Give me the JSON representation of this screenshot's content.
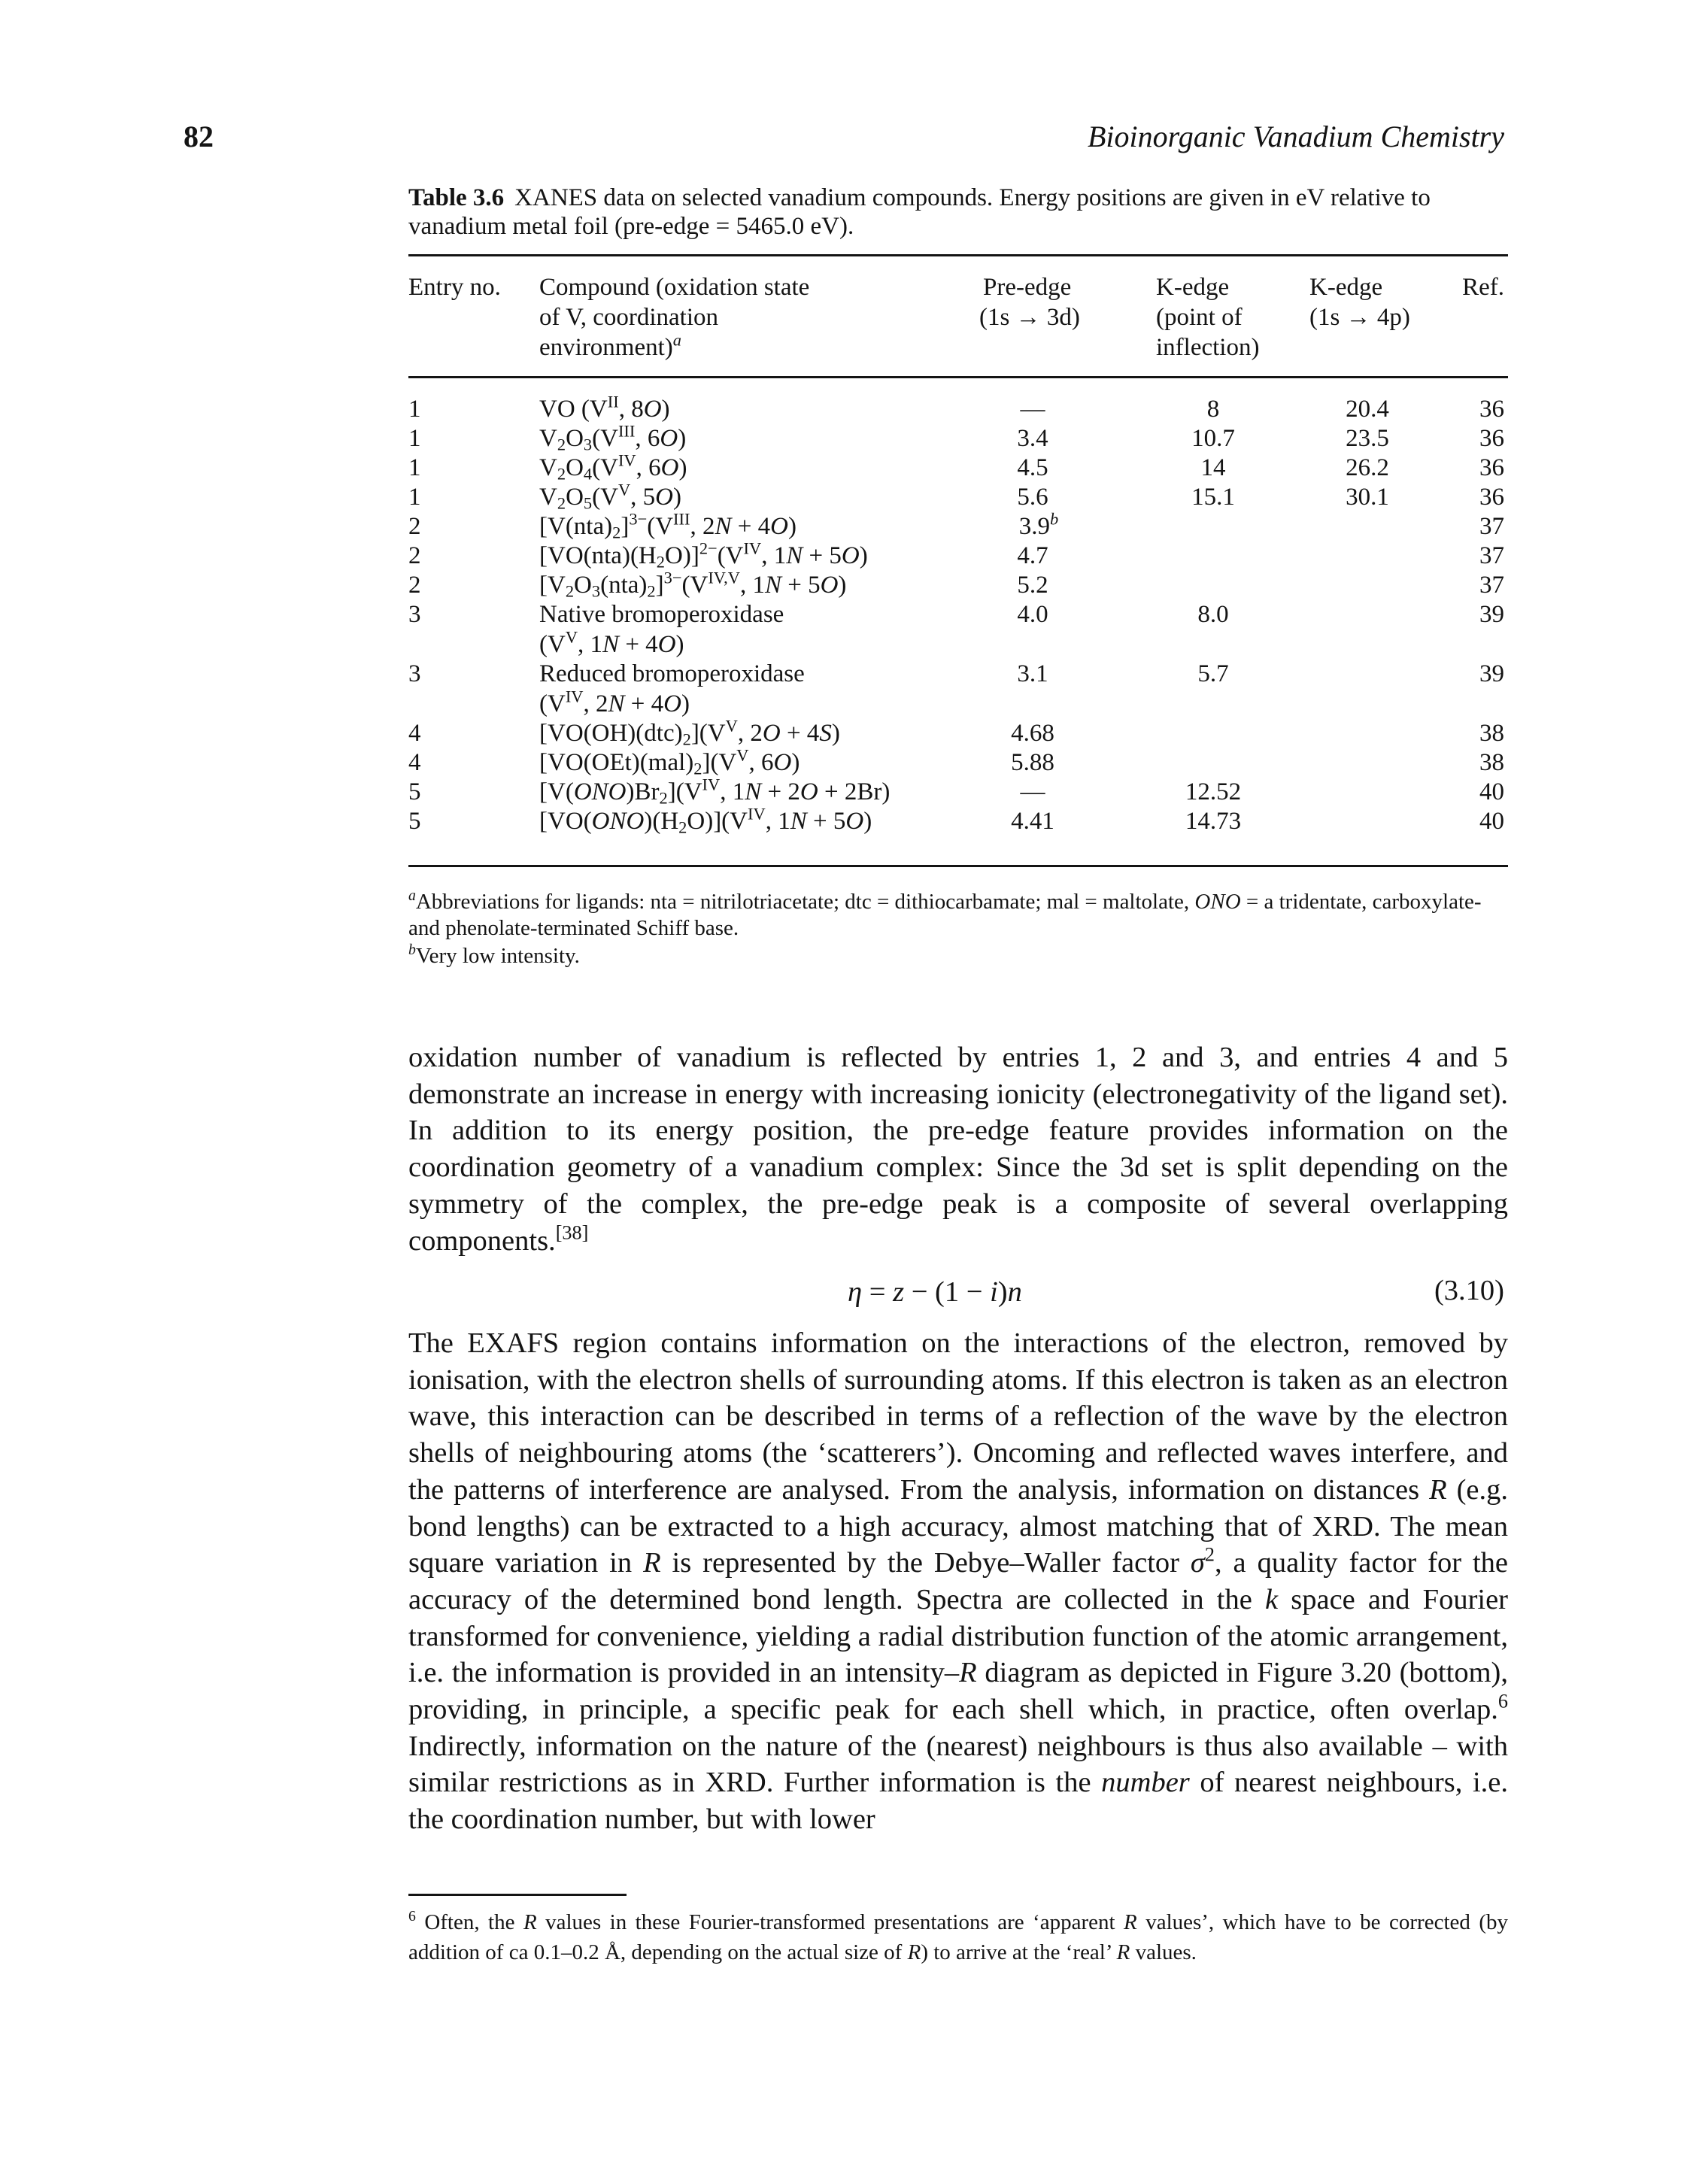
{
  "page": {
    "number": "82",
    "running_head": "Bioinorganic Vanadium Chemistry"
  },
  "table": {
    "label": "Table 3.6",
    "caption": "XANES data on selected vanadium compounds. Energy positions are given in eV relative to vanadium metal foil (pre-edge = 5465.0 eV).",
    "headers": {
      "entry": "Entry no.",
      "compound_line1": "Compound (oxidation state",
      "compound_line2": "of V, coordination",
      "compound_line3": "environment)",
      "compound_sup": "a",
      "preedge_line1": "Pre-edge",
      "preedge_line2": "(1s → 3d)",
      "kedge1_line1": "K-edge",
      "kedge1_line2": "(point of",
      "kedge1_line3": "inflection)",
      "kedge2_line1": "K-edge",
      "kedge2_line2": "(1s → 4p)",
      "ref": "Ref."
    },
    "rows": [
      {
        "entry": "1",
        "compound_html": "VO (V<sup>II</sup>, 8<i>O</i>)",
        "pre": "—",
        "kinf": "8",
        "k4p": "20.4",
        "ref": "36"
      },
      {
        "entry": "1",
        "compound_html": "V<sub>2</sub>O<sub>3</sub>(V<sup>III</sup>, 6<i>O</i>)",
        "pre": "3.4",
        "kinf": "10.7",
        "k4p": "23.5",
        "ref": "36"
      },
      {
        "entry": "1",
        "compound_html": "V<sub>2</sub>O<sub>4</sub>(V<sup>IV</sup>, 6<i>O</i>)",
        "pre": "4.5",
        "kinf": "14",
        "k4p": "26.2",
        "ref": "36"
      },
      {
        "entry": "1",
        "compound_html": "V<sub>2</sub>O<sub>5</sub>(V<sup>V</sup>, 5<i>O</i>)",
        "pre": "5.6",
        "kinf": "15.1",
        "k4p": "30.1",
        "ref": "36"
      },
      {
        "entry": "2",
        "compound_html": "[V(nta)<sub>2</sub>]<sup>3−</sup>(V<sup>III</sup>, 2<i>N</i> + 4<i>O</i>)",
        "pre": "3.9",
        "pre_sup": "b",
        "kinf": "",
        "k4p": "",
        "ref": "37"
      },
      {
        "entry": "2",
        "compound_html": "[VO(nta)(H<sub>2</sub>O)]<sup>2−</sup>(V<sup>IV</sup>, 1<i>N</i> + 5<i>O</i>)",
        "pre": "4.7",
        "kinf": "",
        "k4p": "",
        "ref": "37"
      },
      {
        "entry": "2",
        "compound_html": "[V<sub>2</sub>O<sub>3</sub>(nta)<sub>2</sub>]<sup>3−</sup>(V<sup>IV,V</sup>, 1<i>N</i> + 5<i>O</i>)",
        "pre": "5.2",
        "kinf": "",
        "k4p": "",
        "ref": "37"
      },
      {
        "entry": "3",
        "compound_html": "Native bromoperoxidase<br>(V<sup>V</sup>, 1<i>N</i> + 4<i>O</i>)",
        "pre": "4.0",
        "kinf": "8.0",
        "k4p": "",
        "ref": "39"
      },
      {
        "entry": "3",
        "compound_html": "Reduced bromoperoxidase<br>(V<sup>IV</sup>, 2<i>N</i> + 4<i>O</i>)",
        "pre": "3.1",
        "kinf": "5.7",
        "k4p": "",
        "ref": "39"
      },
      {
        "entry": "4",
        "compound_html": "[VO(OH)(dtc)<sub>2</sub>](V<sup>V</sup>, 2<i>O</i> + 4<i>S</i>)",
        "pre": "4.68",
        "kinf": "",
        "k4p": "",
        "ref": "38"
      },
      {
        "entry": "4",
        "compound_html": "[VO(OEt)(mal)<sub>2</sub>](V<sup>V</sup>, 6<i>O</i>)",
        "pre": "5.88",
        "kinf": "",
        "k4p": "",
        "ref": "38"
      },
      {
        "entry": "5",
        "compound_html": "[V(<i>ONO</i>)Br<sub>2</sub>](V<sup>IV</sup>, 1<i>N</i> + 2<i>O</i> + 2Br)",
        "pre": "—",
        "kinf": "12.52",
        "k4p": "",
        "ref": "40"
      },
      {
        "entry": "5",
        "compound_html": "[VO(<i>ONO</i>)(H<sub>2</sub>O)](V<sup>IV</sup>, 1<i>N</i> + 5<i>O</i>)",
        "pre": "4.41",
        "kinf": "14.73",
        "k4p": "",
        "ref": "40"
      }
    ],
    "footnote_a_html": "<sup><i>a</i></sup>Abbreviations for ligands: nta = nitrilotriacetate; dtc = dithiocarbamate; mal = maltolate, <i>ONO</i> = a tridentate, carboxylate- and phenolate-terminated Schiff base.",
    "footnote_b_html": "<sup><i>b</i></sup>Very low intensity."
  },
  "body": {
    "paragraph1_html": "oxidation number of vanadium is reflected by entries 1, 2 and 3, and entries 4 and 5 demonstrate an increase in energy with increasing ionicity (electronegativity of the ligand set). In addition to its energy position, the pre-edge feature provides information on the coordination geometry of a vanadium complex: Since the 3d set is split depending on the symmetry of the complex, the pre-edge peak is a composite of several overlapping components.<sup>[38]</sup>",
    "equation_html": "<i>η</i> = <i>z</i> − (1 − <i>i</i>)<i>n</i>",
    "equation_number": "(3.10)",
    "paragraph2_html": "The EXAFS region contains information on the interactions of the electron, removed by ionisation, with the electron shells of surrounding atoms. If this electron is taken as an electron wave, this interaction can be described in terms of a reflection of the wave by the electron shells of neighbouring atoms (the ‘scatterers’). Oncoming and reflected waves interfere, and the patterns of interference are analysed. From the analysis, information on distances <i>R</i> (e.g. bond lengths) can be extracted to a high accuracy, almost matching that of XRD. The mean square variation in <i>R</i> is represented by the Debye–Waller factor <i>σ</i><sup>2</sup>, a quality factor for the accuracy of the determined bond length. Spectra are collected in the <i>k</i> space and Fourier transformed for convenience, yielding a radial distribution function of the atomic arrangement, i.e. the information is provided in an intensity–<i>R</i> diagram as depicted in Figure 3.20 (bottom), providing, in principle, a specific peak for each shell which, in practice, often overlap.<sup>6</sup> Indirectly, information on the nature of the (nearest) neighbours is thus also available – with similar restrictions as in XRD. Further information is the <i>number</i> of nearest neighbours, i.e. the coordination number, but with lower"
  },
  "page_footnote_html": "<sup>6</sup> Often, the <i>R</i> values in these Fourier-transformed presentations are ‘apparent <i>R</i> values’, which have to be corrected (by addition of ca 0.1–0.2 Å, depending on the actual size of <i>R</i>) to arrive at the ‘real’ <i>R</i> values."
}
